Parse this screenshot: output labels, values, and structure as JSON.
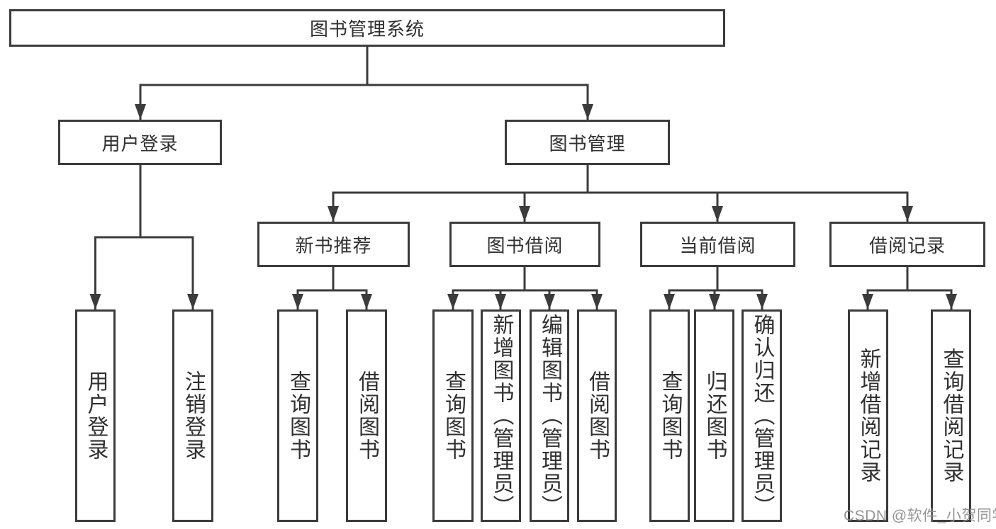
{
  "tree": {
    "label": "图书管理系统",
    "children": [
      {
        "label": "用户登录",
        "children": [
          {
            "label": "用户登录"
          },
          {
            "label": "注销登录"
          }
        ]
      },
      {
        "label": "图书管理",
        "children": [
          {
            "label": "新书推荐",
            "children": [
              {
                "label": "查询图书"
              },
              {
                "label": "借阅图书"
              }
            ]
          },
          {
            "label": "图书借阅",
            "children": [
              {
                "label": "查询图书"
              },
              {
                "label": "新增图书（管理员）"
              },
              {
                "label": "编辑图书（管理员）"
              },
              {
                "label": "借阅图书"
              }
            ]
          },
          {
            "label": "当前借阅",
            "children": [
              {
                "label": "查询图书"
              },
              {
                "label": "归还图书"
              },
              {
                "label": "确认归还（管理员）"
              }
            ]
          },
          {
            "label": "借阅记录",
            "children": [
              {
                "label": "新增借阅记录"
              },
              {
                "label": "查询借阅记录"
              }
            ]
          }
        ]
      }
    ]
  },
  "watermark": {
    "text": "CSDN @软件_小贺同学"
  },
  "colors": {
    "line": "#3b3b3b",
    "text": "#303030",
    "watermark": "#8f8f8f",
    "background": "#ffffff"
  }
}
